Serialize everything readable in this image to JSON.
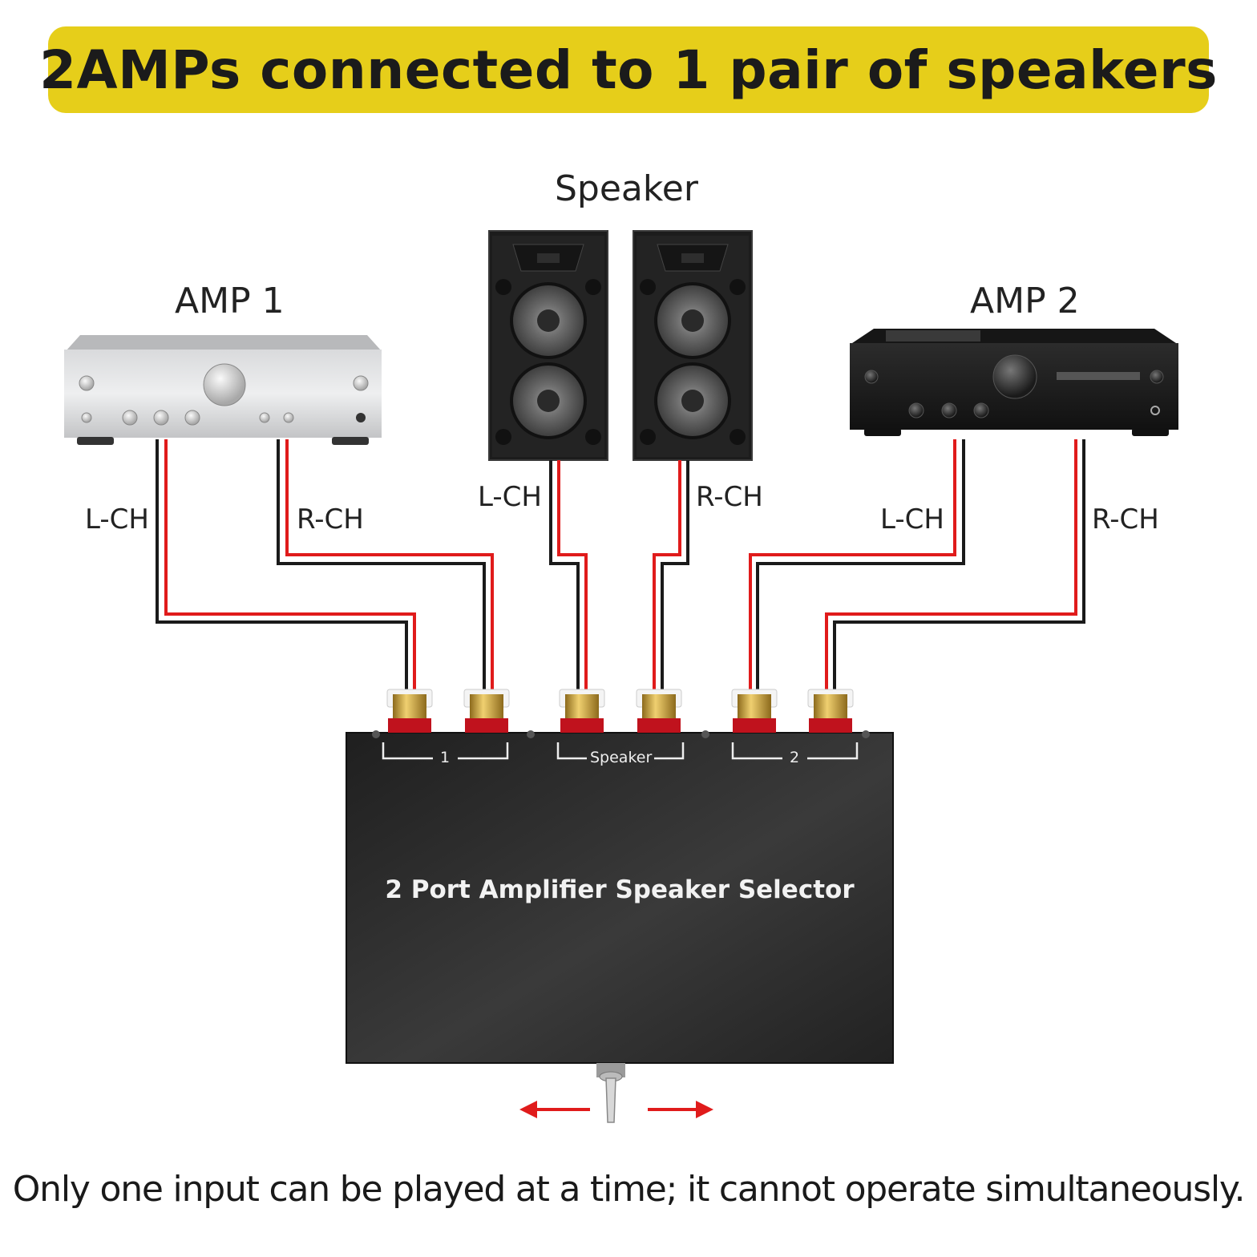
{
  "banner": {
    "title": "2AMPs connected to 1 pair of speakers"
  },
  "labels": {
    "speaker_heading": "Speaker",
    "amp1_heading": "AMP 1",
    "amp2_heading": "AMP 2",
    "amp1_left": "L-CH",
    "amp1_right": "R-CH",
    "speaker_left": "L-CH",
    "speaker_right": "R-CH",
    "amp2_left": "L-CH",
    "amp2_right": "R-CH"
  },
  "device": {
    "title": "2 Port Amplifier Speaker Selector",
    "port_group_1": "1",
    "port_group_speaker": "Speaker",
    "port_group_2": "2"
  },
  "footer": {
    "note": "Only one input can be played at a time; it cannot operate simultaneously."
  },
  "colors": {
    "banner": "#e6ce1a",
    "wire_red": "#e01b1b",
    "wire_black": "#1a1a1a",
    "device_body": "#2b2b2b",
    "arrow": "#e01b1b"
  }
}
